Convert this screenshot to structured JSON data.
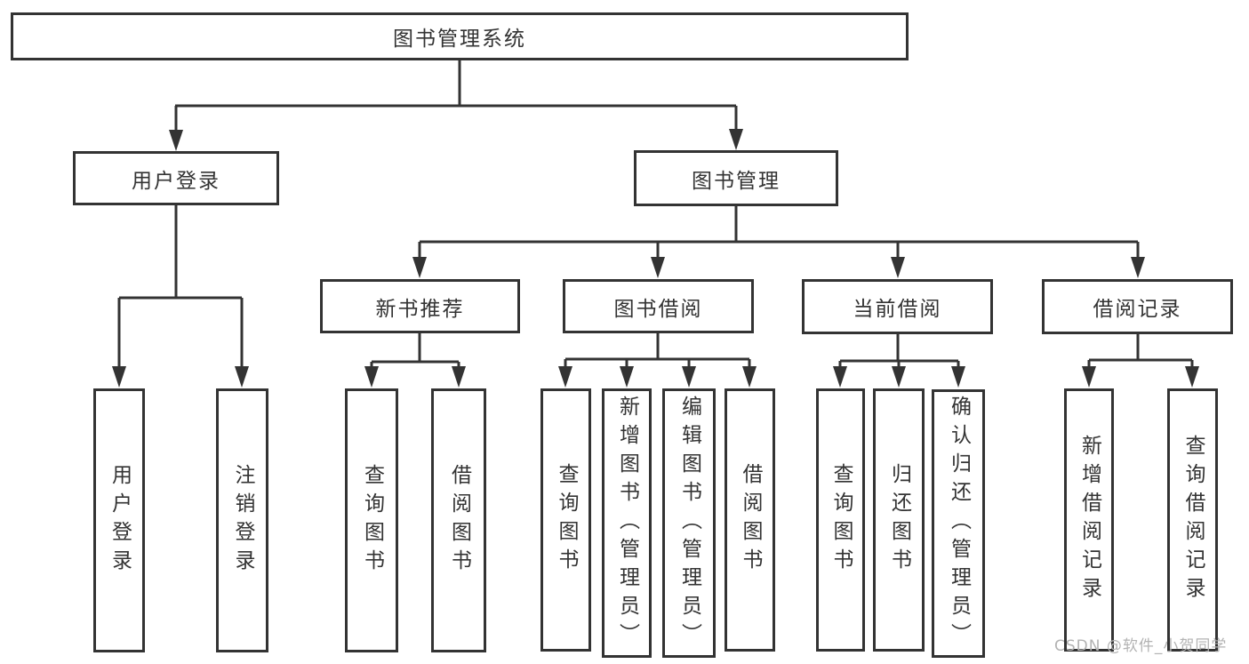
{
  "colors": {
    "line": "#333333",
    "text": "#333333",
    "background": "#ffffff",
    "watermark": "#b3b3b3"
  },
  "tree": {
    "label": "图书管理系统",
    "children": [
      {
        "label": "用户登录",
        "children": [
          {
            "label": "用户登录"
          },
          {
            "label": "注销登录"
          }
        ]
      },
      {
        "label": "图书管理",
        "children": [
          {
            "label": "新书推荐",
            "children": [
              {
                "label": "查询图书"
              },
              {
                "label": "借阅图书"
              }
            ]
          },
          {
            "label": "图书借阅",
            "children": [
              {
                "label": "查询图书"
              },
              {
                "label": "新增图书（管理员）"
              },
              {
                "label": "编辑图书（管理员）"
              },
              {
                "label": "借阅图书"
              }
            ]
          },
          {
            "label": "当前借阅",
            "children": [
              {
                "label": "查询图书"
              },
              {
                "label": "归还图书"
              },
              {
                "label": "确认归还（管理员）"
              }
            ]
          },
          {
            "label": "借阅记录",
            "children": [
              {
                "label": "新增借阅记录"
              },
              {
                "label": "查询借阅记录"
              }
            ]
          }
        ]
      }
    ]
  },
  "watermark": {
    "text": "CSDN @软件_小贺同学"
  }
}
